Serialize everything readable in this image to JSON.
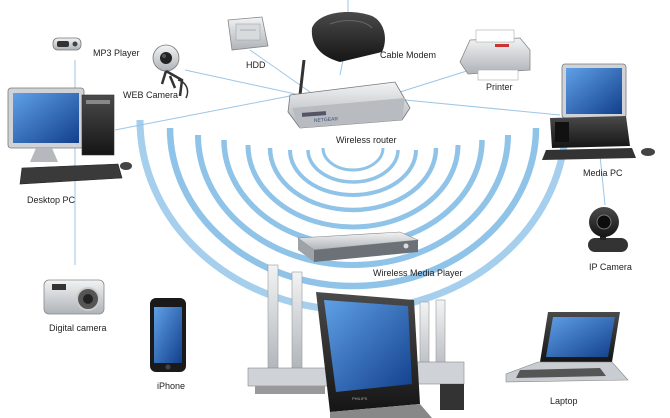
{
  "diagram": {
    "center_device": "Wireless router",
    "devices": [
      {
        "id": "mp3",
        "label": "MP3 Player",
        "icon": "mp3-player-icon"
      },
      {
        "id": "hdd",
        "label": "HDD",
        "icon": "hard-drive-icon"
      },
      {
        "id": "modem",
        "label": "Cable Modem",
        "icon": "cable-modem-icon"
      },
      {
        "id": "printer",
        "label": "Printer",
        "icon": "printer-icon"
      },
      {
        "id": "webcam",
        "label": "WEB Camera",
        "icon": "web-camera-icon"
      },
      {
        "id": "router",
        "label": "Wireless router",
        "icon": "wireless-router-icon"
      },
      {
        "id": "desktop",
        "label": "Desktop PC",
        "icon": "desktop-pc-icon"
      },
      {
        "id": "mediapc",
        "label": "Media PC",
        "icon": "media-pc-icon"
      },
      {
        "id": "mediaplayer",
        "label": "Wireless Media Player",
        "icon": "media-player-icon"
      },
      {
        "id": "ipcam",
        "label": "IP Camera",
        "icon": "ip-camera-icon"
      },
      {
        "id": "digicam",
        "label": "Digital camera",
        "icon": "digital-camera-icon"
      },
      {
        "id": "iphone",
        "label": "iPhone",
        "icon": "smartphone-icon"
      },
      {
        "id": "laptop",
        "label": "Laptop",
        "icon": "laptop-icon"
      }
    ],
    "router_brand": "NETGEAR",
    "tv_brand": "PHILIPS",
    "colors": {
      "wave": "#8fc3e8",
      "line": "#9cc6e6",
      "screen": "#1f63b8",
      "device_dark": "#2b2b2b",
      "device_silver": "#c8ccd0"
    }
  }
}
